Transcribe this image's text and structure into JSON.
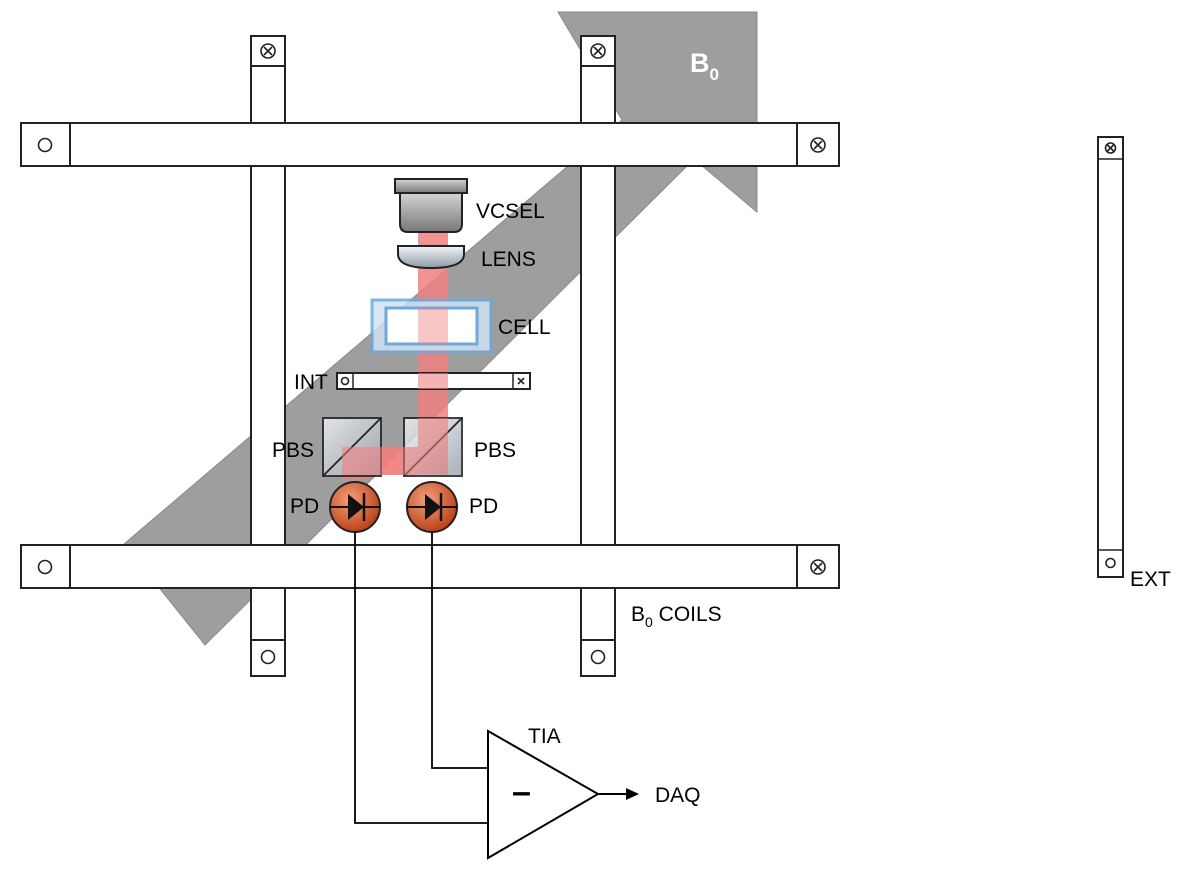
{
  "labels": {
    "b0_main": "B",
    "b0_main_sub": "0",
    "vcsel": "VCSEL",
    "lens": "LENS",
    "cell": "CELL",
    "int": "INT",
    "pbs_left": "PBS",
    "pbs_right": "PBS",
    "pd_left": "PD",
    "pd_right": "PD",
    "b0_coils": "B",
    "b0_coils_sub": "0",
    "b0_coils_suffix": " COILS",
    "tia": "TIA",
    "tia_sign": "–",
    "daq": "DAQ",
    "ext": "EXT"
  },
  "colors": {
    "field_arrow": "#9e9e9e",
    "laser_beam": "#f08080",
    "cell_frame": "#6fa8dc",
    "photodiode": "#d9541f",
    "optics_body": "#a0a0a0"
  },
  "icons": {
    "current_out": "circle-dot-icon",
    "current_in": "cross-x-icon"
  }
}
